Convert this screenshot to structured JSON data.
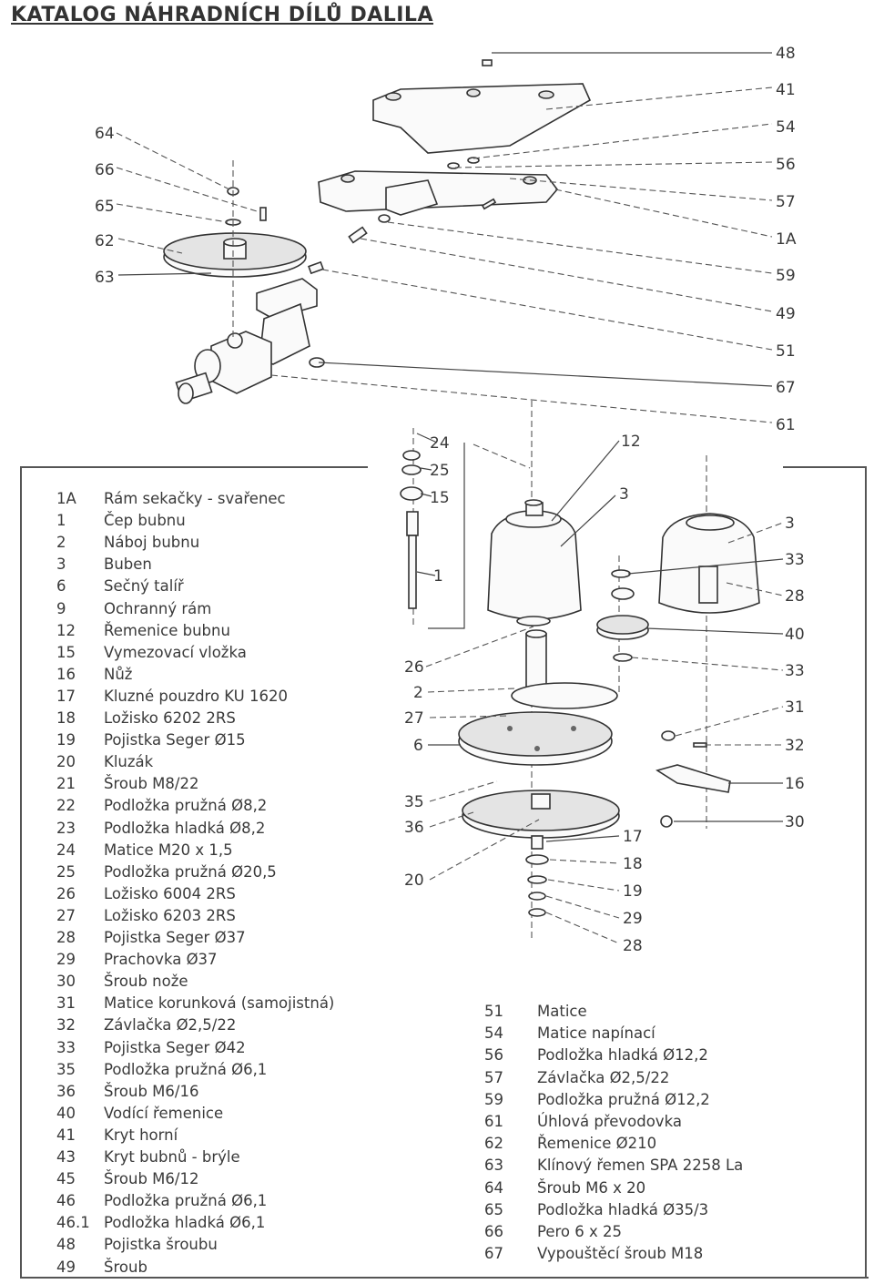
{
  "title": "KATALOG NÁHRADNÍCH DÍLŮ DALILA",
  "callouts_top_right": [
    "48",
    "41",
    "54",
    "56",
    "57",
    "1A",
    "59",
    "49",
    "51",
    "67",
    "61"
  ],
  "callouts_top_left": [
    "64",
    "66",
    "65",
    "62",
    "63"
  ],
  "callouts_mid": [
    "24",
    "25",
    "15",
    "1",
    "12",
    "3",
    "3",
    "33",
    "28",
    "40",
    "33",
    "31",
    "32",
    "16",
    "30",
    "26",
    "2",
    "27",
    "6",
    "35",
    "36",
    "20",
    "17",
    "18",
    "19",
    "29",
    "28"
  ],
  "legend_left": [
    {
      "num": "1A",
      "text": "Rám sekačky - svařenec"
    },
    {
      "num": "1",
      "text": "Čep bubnu"
    },
    {
      "num": "2",
      "text": "Náboj bubnu"
    },
    {
      "num": "3",
      "text": "Buben"
    },
    {
      "num": "6",
      "text": "Sečný talíř"
    },
    {
      "num": "9",
      "text": "Ochranný rám"
    },
    {
      "num": "12",
      "text": "Řemenice bubnu"
    },
    {
      "num": "15",
      "text": "Vymezovací vložka"
    },
    {
      "num": "16",
      "text": "Nůž"
    },
    {
      "num": "17",
      "text": "Kluzné pouzdro KU 1620"
    },
    {
      "num": "18",
      "text": "Ložisko 6202 2RS"
    },
    {
      "num": "19",
      "text": "Pojistka Seger  Ø15"
    },
    {
      "num": "20",
      "text": "Kluzák"
    },
    {
      "num": "21",
      "text": "Šroub M8/22"
    },
    {
      "num": "22",
      "text": "Podložka pružná  Ø8,2"
    },
    {
      "num": "23",
      "text": "Podložka hladká  Ø8,2"
    },
    {
      "num": "24",
      "text": "Matice M20 x 1,5"
    },
    {
      "num": "25",
      "text": "Podložka pružná  Ø20,5"
    },
    {
      "num": "26",
      "text": "Ložisko 6004 2RS"
    },
    {
      "num": "27",
      "text": "Ložisko 6203 2RS"
    },
    {
      "num": "28",
      "text": "Pojistka Seger  Ø37"
    },
    {
      "num": "29",
      "text": "Prachovka  Ø37"
    },
    {
      "num": "30",
      "text": "Šroub nože"
    },
    {
      "num": "31",
      "text": "Matice korunková (samojistná)"
    },
    {
      "num": "32",
      "text": "Závlačka  Ø2,5/22"
    },
    {
      "num": "33",
      "text": "Pojistka Seger  Ø42"
    },
    {
      "num": "35",
      "text": "Podložka pružná  Ø6,1"
    },
    {
      "num": "36",
      "text": "Šroub M6/16"
    },
    {
      "num": "40",
      "text": "Vodící řemenice"
    },
    {
      "num": "41",
      "text": "Kryt horní"
    },
    {
      "num": "43",
      "text": "Kryt bubnů - brýle"
    },
    {
      "num": "45",
      "text": "Šroub M6/12"
    },
    {
      "num": "46",
      "text": "Podložka pružná  Ø6,1"
    },
    {
      "num": "46.1",
      "text": "Podložka hladká  Ø6,1"
    },
    {
      "num": "48",
      "text": "Pojistka šroubu"
    },
    {
      "num": "49",
      "text": "Šroub"
    }
  ],
  "legend_right": [
    {
      "num": "51",
      "text": "Matice"
    },
    {
      "num": "54",
      "text": "Matice napínací"
    },
    {
      "num": "56",
      "text": "Podložka hladká  Ø12,2"
    },
    {
      "num": "57",
      "text": "Závlačka  Ø2,5/22"
    },
    {
      "num": "59",
      "text": "Podložka pružná  Ø12,2"
    },
    {
      "num": "61",
      "text": "Úhlová převodovka"
    },
    {
      "num": "62",
      "text": "Řemenice  Ø210"
    },
    {
      "num": "63",
      "text": "Klínový řemen SPA 2258 La"
    },
    {
      "num": "64",
      "text": "Šroub M6 x 20"
    },
    {
      "num": "65",
      "text": "Podložka hladká  Ø35/3"
    },
    {
      "num": "66",
      "text": "Pero 6 x 25"
    },
    {
      "num": "67",
      "text": "Vypouštěcí šroub M18"
    }
  ]
}
